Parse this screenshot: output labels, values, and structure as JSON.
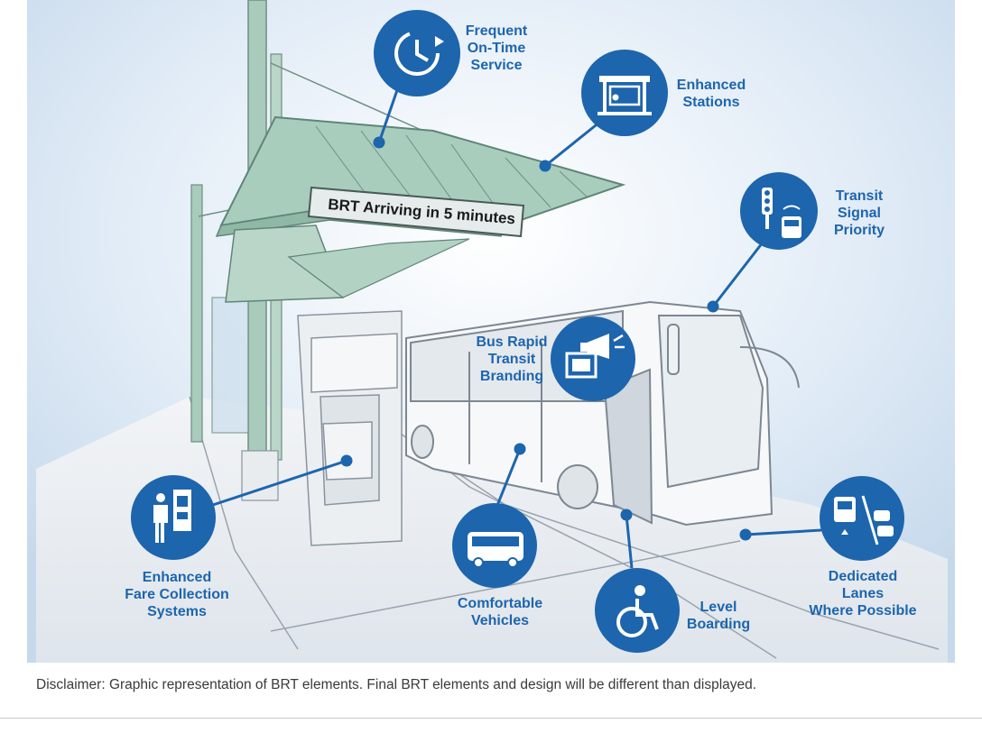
{
  "sign_text": "BRT Arriving in 5 minutes",
  "features": {
    "frequent_service": {
      "lines": [
        "Frequent",
        "On-Time",
        "Service"
      ],
      "icon": "clock-icon"
    },
    "enhanced_stations": {
      "lines": [
        "Enhanced",
        "Stations"
      ],
      "icon": "station-shelter-icon"
    },
    "transit_signal_priority": {
      "lines": [
        "Transit",
        "Signal",
        "Priority"
      ],
      "icon": "traffic-signal-bus-icon"
    },
    "brt_branding": {
      "lines": [
        "Bus Rapid",
        "Transit",
        "Branding"
      ],
      "icon": "megaphone-screen-icon"
    },
    "fare_collection": {
      "lines": [
        "Enhanced",
        "Fare Collection",
        "Systems"
      ],
      "icon": "ticket-machine-icon"
    },
    "comfortable_vehicles": {
      "lines": [
        "Comfortable",
        "Vehicles"
      ],
      "icon": "bus-icon"
    },
    "level_boarding": {
      "lines": [
        "Level",
        "Boarding"
      ],
      "icon": "wheelchair-icon"
    },
    "dedicated_lanes": {
      "lines": [
        "Dedicated",
        "Lanes",
        "Where Possible"
      ],
      "icon": "bus-lane-icon"
    }
  },
  "disclaimer": "Disclaimer: Graphic representation of BRT elements.  Final BRT elements and design will be different than displayed.",
  "colors": {
    "brand_blue": "#1d65ad",
    "canopy_green": "#a9cdbd",
    "sky": "#dbe8f4"
  }
}
